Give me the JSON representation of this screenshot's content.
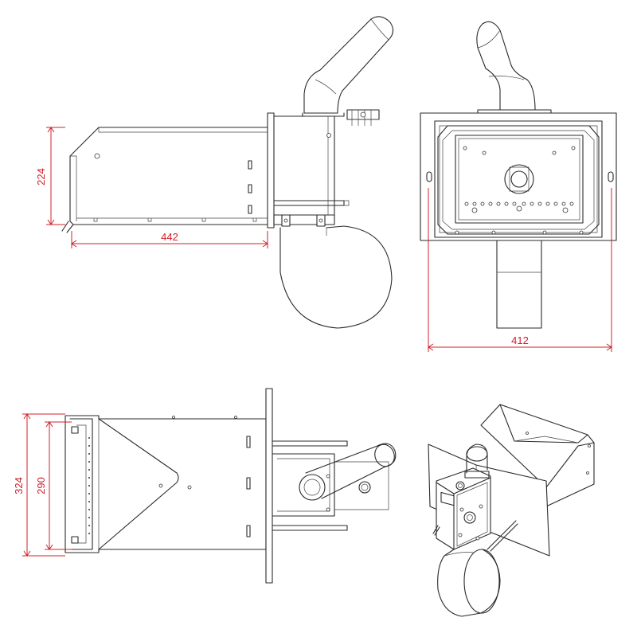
{
  "colors": {
    "line": "#2a2a2a",
    "dimension": "#d0202a",
    "background": "#ffffff"
  },
  "dimensions": {
    "side_height": "224",
    "side_length": "442",
    "front_width": "412",
    "top_outer_height": "324",
    "top_inner_height": "290"
  }
}
